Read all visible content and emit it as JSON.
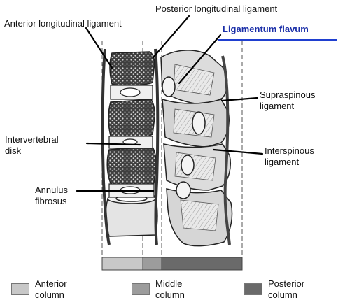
{
  "labels": {
    "anterior_longitudinal_ligament": "Anterior longitudinal ligament",
    "posterior_longitudinal_ligament": "Posterior longitudinal ligament",
    "ligamentum_flavum": "Ligamentum flavum",
    "supraspinous_ligament": [
      "Supraspinous",
      "ligament"
    ],
    "intervertebral_disk": [
      "Intervertebral",
      "disk"
    ],
    "interspinous_ligament": [
      "Interspinous",
      "ligament"
    ],
    "annulus_fibrosus": [
      "Annulus",
      "fibrosus"
    ]
  },
  "legend": [
    {
      "label": [
        "Anterior",
        "column"
      ],
      "color": "#c8c8c8"
    },
    {
      "label": [
        "Middle",
        "column"
      ],
      "color": "#9c9c9c"
    },
    {
      "label": [
        "Posterior",
        "column"
      ],
      "color": "#6a6a6a"
    }
  ],
  "colors": {
    "highlight_text": "#1b2fa8",
    "underline": "#1f3fd0",
    "bone": "#e6e6e6",
    "cancellous": "#5a5a5a",
    "outline": "#222222"
  }
}
